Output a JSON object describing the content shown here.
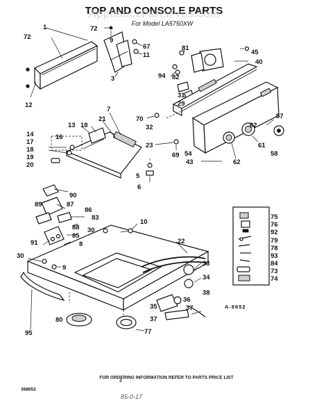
{
  "title": "TOP AND CONSOLE PARTS",
  "watermark": "AppliancePartsPros.com",
  "model_line": "For Model LA5750XW",
  "ref_code": "A-8652",
  "footer_note": "FOR ORDERING INFORMATION REFER TO PARTS PRICE LIST",
  "doc_number": "368652",
  "page_number": "4",
  "handwritten_date": "85-0-17",
  "callouts": [
    {
      "id": "c-1",
      "text": "1"
    },
    {
      "id": "c-72a",
      "text": "72"
    },
    {
      "id": "c-12",
      "text": "12"
    },
    {
      "id": "c-72b",
      "text": "72"
    },
    {
      "id": "c-9",
      "text": "9"
    },
    {
      "id": "c-67",
      "text": "67"
    },
    {
      "id": "c-11",
      "text": "11"
    },
    {
      "id": "c-3",
      "text": "3"
    },
    {
      "id": "c-81",
      "text": "81"
    },
    {
      "id": "c-45",
      "text": "45"
    },
    {
      "id": "c-40",
      "text": "40"
    },
    {
      "id": "c-94",
      "text": "94"
    },
    {
      "id": "c-82",
      "text": "82"
    },
    {
      "id": "c-31",
      "text": "31"
    },
    {
      "id": "c-29",
      "text": "29"
    },
    {
      "id": "c-7",
      "text": "7"
    },
    {
      "id": "c-21",
      "text": "21"
    },
    {
      "id": "c-13",
      "text": "13"
    },
    {
      "id": "c-18a",
      "text": "18"
    },
    {
      "id": "c-14",
      "text": "14"
    },
    {
      "id": "c-16",
      "text": "16"
    },
    {
      "id": "c-17",
      "text": "17"
    },
    {
      "id": "c-18b",
      "text": "18"
    },
    {
      "id": "c-19",
      "text": "19"
    },
    {
      "id": "c-20",
      "text": "20"
    },
    {
      "id": "c-70",
      "text": "70"
    },
    {
      "id": "c-32",
      "text": "32"
    },
    {
      "id": "c-57",
      "text": "57"
    },
    {
      "id": "c-62a",
      "text": "62"
    },
    {
      "id": "c-23",
      "text": "23"
    },
    {
      "id": "c-69",
      "text": "69"
    },
    {
      "id": "c-54",
      "text": "54"
    },
    {
      "id": "c-61",
      "text": "61"
    },
    {
      "id": "c-58",
      "text": "58"
    },
    {
      "id": "c-43",
      "text": "43"
    },
    {
      "id": "c-62b",
      "text": "62"
    },
    {
      "id": "c-5",
      "text": "5"
    },
    {
      "id": "c-6",
      "text": "6"
    },
    {
      "id": "c-90",
      "text": "90"
    },
    {
      "id": "c-89",
      "text": "89"
    },
    {
      "id": "c-87",
      "text": "87"
    },
    {
      "id": "c-86",
      "text": "86"
    },
    {
      "id": "c-83",
      "text": "83"
    },
    {
      "id": "c-88",
      "text": "88"
    },
    {
      "id": "c-85",
      "text": "85"
    },
    {
      "id": "c-30a",
      "text": "30"
    },
    {
      "id": "c-10",
      "text": "10"
    },
    {
      "id": "c-91",
      "text": "91"
    },
    {
      "id": "c-8",
      "text": "8"
    },
    {
      "id": "c-22",
      "text": "22"
    },
    {
      "id": "c-30b",
      "text": "30"
    },
    {
      "id": "c-9b",
      "text": "9"
    },
    {
      "id": "c-75",
      "text": "75"
    },
    {
      "id": "c-76",
      "text": "76"
    },
    {
      "id": "c-92",
      "text": "92"
    },
    {
      "id": "c-79",
      "text": "79"
    },
    {
      "id": "c-78",
      "text": "78"
    },
    {
      "id": "c-93",
      "text": "93"
    },
    {
      "id": "c-84",
      "text": "84"
    },
    {
      "id": "c-73",
      "text": "73"
    },
    {
      "id": "c-74",
      "text": "74"
    },
    {
      "id": "c-33",
      "text": "33"
    },
    {
      "id": "c-34",
      "text": "34"
    },
    {
      "id": "c-38",
      "text": "38"
    },
    {
      "id": "c-35",
      "text": "35"
    },
    {
      "id": "c-36",
      "text": "36"
    },
    {
      "id": "c-37a",
      "text": "37"
    },
    {
      "id": "c-37b",
      "text": "37"
    },
    {
      "id": "c-80",
      "text": "80"
    },
    {
      "id": "c-77",
      "text": "77"
    },
    {
      "id": "c-95",
      "text": "95"
    }
  ]
}
